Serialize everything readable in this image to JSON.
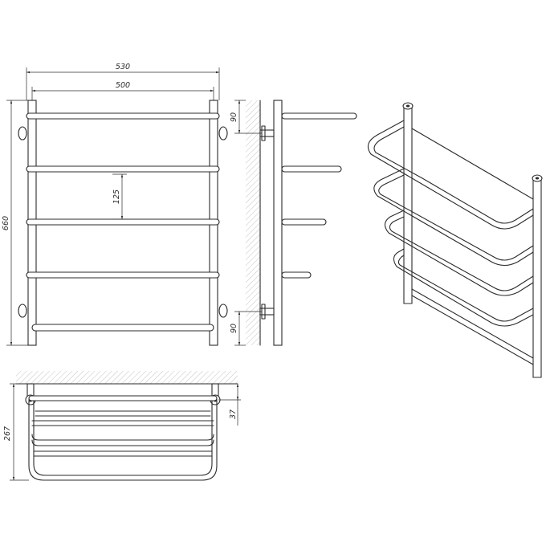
{
  "dimensions": {
    "overall_width": "530",
    "inner_width": "500",
    "height": "660",
    "rung_spacing": "125",
    "top_mount_offset": "90",
    "bottom_mount_offset": "90",
    "depth": "267",
    "wall_gap": "37"
  },
  "colors": {
    "line": "#2b2b2b",
    "background": "#ffffff"
  }
}
